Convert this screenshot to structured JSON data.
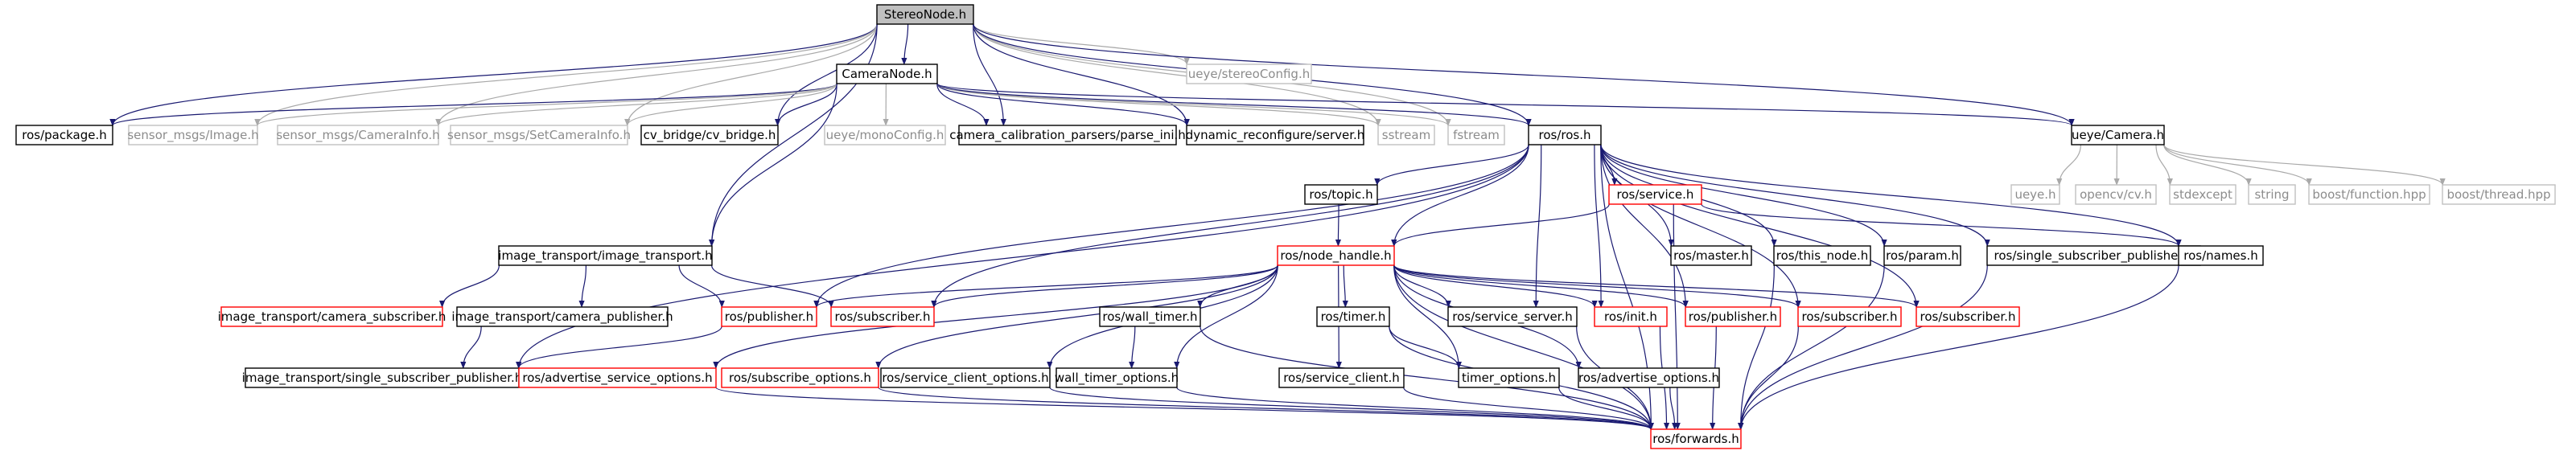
{
  "colors": {
    "local_border": "#000000",
    "system_border": "#c0c0c0",
    "truncated_border": "#ff0000",
    "root_fill": "#bfbfbf",
    "edge_main": "#191970",
    "edge_system": "#a9a9a9",
    "text_main": "#000000",
    "text_system": "#8c8c8c"
  },
  "nodes": [
    {
      "id": "stereonode",
      "label": "StereoNode.h",
      "kind": "root"
    },
    {
      "id": "cameranode",
      "label": "CameraNode.h",
      "kind": "local"
    },
    {
      "id": "ueye_stereoconfig",
      "label": "ueye/stereoConfig.h",
      "kind": "system"
    },
    {
      "id": "ros_package",
      "label": "ros/package.h",
      "kind": "local"
    },
    {
      "id": "sensor_image",
      "label": "sensor_msgs/Image.h",
      "kind": "system"
    },
    {
      "id": "sensor_camerainfo",
      "label": "sensor_msgs/CameraInfo.h",
      "kind": "system"
    },
    {
      "id": "sensor_setcamerainfo",
      "label": "sensor_msgs/SetCameraInfo.h",
      "kind": "system"
    },
    {
      "id": "cv_bridge",
      "label": "cv_bridge/cv_bridge.h",
      "kind": "local"
    },
    {
      "id": "ueye_monoconfig",
      "label": "ueye/monoConfig.h",
      "kind": "system"
    },
    {
      "id": "parse_ini",
      "label": "camera_calibration_parsers/parse_ini.h",
      "kind": "local"
    },
    {
      "id": "dyn_server",
      "label": "dynamic_reconfigure/server.h",
      "kind": "local"
    },
    {
      "id": "sstream",
      "label": "sstream",
      "kind": "system"
    },
    {
      "id": "fstream",
      "label": "fstream",
      "kind": "system"
    },
    {
      "id": "ros_ros",
      "label": "ros/ros.h",
      "kind": "local"
    },
    {
      "id": "ueye_camera",
      "label": "ueye/Camera.h",
      "kind": "local"
    },
    {
      "id": "ueye_h",
      "label": "ueye.h",
      "kind": "system"
    },
    {
      "id": "opencv",
      "label": "opencv/cv.h",
      "kind": "system"
    },
    {
      "id": "stdexcept",
      "label": "stdexcept",
      "kind": "system"
    },
    {
      "id": "string",
      "label": "string",
      "kind": "system"
    },
    {
      "id": "boost_function",
      "label": "boost/function.hpp",
      "kind": "system"
    },
    {
      "id": "boost_thread",
      "label": "boost/thread.hpp",
      "kind": "system"
    },
    {
      "id": "image_transport",
      "label": "image_transport/image_transport.h",
      "kind": "local"
    },
    {
      "id": "ros_topic",
      "label": "ros/topic.h",
      "kind": "local"
    },
    {
      "id": "ros_service",
      "label": "ros/service.h",
      "kind": "truncated"
    },
    {
      "id": "ros_master",
      "label": "ros/master.h",
      "kind": "local"
    },
    {
      "id": "ros_this_node",
      "label": "ros/this_node.h",
      "kind": "local"
    },
    {
      "id": "ros_param",
      "label": "ros/param.h",
      "kind": "local"
    },
    {
      "id": "ros_single_sub_pub",
      "label": "ros/single_subscriber_publisher.h",
      "kind": "local"
    },
    {
      "id": "ros_names",
      "label": "ros/names.h",
      "kind": "local"
    },
    {
      "id": "ros_node_handle",
      "label": "ros/node_handle.h",
      "kind": "truncated"
    },
    {
      "id": "it_camera_subscriber",
      "label": "image_transport/camera_subscriber.h",
      "kind": "truncated"
    },
    {
      "id": "it_camera_publisher",
      "label": "image_transport/camera_publisher.h",
      "kind": "local"
    },
    {
      "id": "ros_publisher_a",
      "label": "ros/publisher.h",
      "kind": "truncated"
    },
    {
      "id": "ros_subscriber_a",
      "label": "ros/subscriber.h",
      "kind": "truncated"
    },
    {
      "id": "it_single_sub_pub",
      "label": "image_transport/single_subscriber_publisher.h",
      "kind": "local"
    },
    {
      "id": "ros_wall_timer",
      "label": "ros/wall_timer.h",
      "kind": "local"
    },
    {
      "id": "ros_timer",
      "label": "ros/timer.h",
      "kind": "local"
    },
    {
      "id": "ros_service_server",
      "label": "ros/service_server.h",
      "kind": "local"
    },
    {
      "id": "ros_init",
      "label": "ros/init.h",
      "kind": "truncated"
    },
    {
      "id": "ros_publisher_b",
      "label": "ros/publisher.h",
      "kind": "truncated"
    },
    {
      "id": "ros_subscriber_b",
      "label": "ros/subscriber.h",
      "kind": "truncated"
    },
    {
      "id": "ros_subscriber_c",
      "label": "ros/subscriber.h",
      "kind": "truncated"
    },
    {
      "id": "ros_adv_service_opts",
      "label": "ros/advertise_service_options.h",
      "kind": "truncated"
    },
    {
      "id": "ros_subscribe_opts",
      "label": "ros/subscribe_options.h",
      "kind": "truncated"
    },
    {
      "id": "ros_service_client_opts",
      "label": "ros/service_client_options.h",
      "kind": "local"
    },
    {
      "id": "wall_timer_opts",
      "label": "wall_timer_options.h",
      "kind": "local"
    },
    {
      "id": "ros_service_client",
      "label": "ros/service_client.h",
      "kind": "local"
    },
    {
      "id": "timer_opts",
      "label": "timer_options.h",
      "kind": "local"
    },
    {
      "id": "ros_advertise_opts",
      "label": "ros/advertise_options.h",
      "kind": "local"
    },
    {
      "id": "ros_forwards",
      "label": "ros/forwards.h",
      "kind": "truncated"
    }
  ],
  "edges": [
    [
      "stereonode",
      "cameranode"
    ],
    [
      "stereonode",
      "ueye_stereoconfig"
    ],
    [
      "stereonode",
      "ros_package"
    ],
    [
      "stereonode",
      "sensor_image"
    ],
    [
      "stereonode",
      "sensor_camerainfo"
    ],
    [
      "stereonode",
      "sensor_setcamerainfo"
    ],
    [
      "stereonode",
      "cv_bridge"
    ],
    [
      "stereonode",
      "parse_ini"
    ],
    [
      "stereonode",
      "dyn_server"
    ],
    [
      "stereonode",
      "sstream"
    ],
    [
      "stereonode",
      "fstream"
    ],
    [
      "stereonode",
      "ros_ros"
    ],
    [
      "stereonode",
      "ueye_camera"
    ],
    [
      "stereonode",
      "image_transport"
    ],
    [
      "cameranode",
      "ros_package"
    ],
    [
      "cameranode",
      "sensor_image"
    ],
    [
      "cameranode",
      "sensor_camerainfo"
    ],
    [
      "cameranode",
      "sensor_setcamerainfo"
    ],
    [
      "cameranode",
      "cv_bridge"
    ],
    [
      "cameranode",
      "ueye_monoconfig"
    ],
    [
      "cameranode",
      "parse_ini"
    ],
    [
      "cameranode",
      "dyn_server"
    ],
    [
      "cameranode",
      "sstream"
    ],
    [
      "cameranode",
      "fstream"
    ],
    [
      "cameranode",
      "ros_ros"
    ],
    [
      "cameranode",
      "ueye_camera"
    ],
    [
      "cameranode",
      "image_transport"
    ],
    [
      "ueye_camera",
      "ueye_h"
    ],
    [
      "ueye_camera",
      "opencv"
    ],
    [
      "ueye_camera",
      "stdexcept"
    ],
    [
      "ueye_camera",
      "string"
    ],
    [
      "ueye_camera",
      "boost_function"
    ],
    [
      "ueye_camera",
      "boost_thread"
    ],
    [
      "ros_ros",
      "ros_topic"
    ],
    [
      "ros_ros",
      "ros_service"
    ],
    [
      "ros_ros",
      "ros_master"
    ],
    [
      "ros_ros",
      "ros_this_node"
    ],
    [
      "ros_ros",
      "ros_param"
    ],
    [
      "ros_ros",
      "ros_single_sub_pub"
    ],
    [
      "ros_ros",
      "ros_names"
    ],
    [
      "ros_ros",
      "ros_node_handle"
    ],
    [
      "ros_ros",
      "ros_publisher_a"
    ],
    [
      "ros_ros",
      "ros_subscriber_a"
    ],
    [
      "ros_ros",
      "it_single_sub_pub"
    ],
    [
      "ros_ros",
      "ros_service_server"
    ],
    [
      "ros_ros",
      "ros_init"
    ],
    [
      "ros_ros",
      "ros_publisher_b"
    ],
    [
      "ros_ros",
      "ros_subscriber_b"
    ],
    [
      "ros_ros",
      "ros_subscriber_c"
    ],
    [
      "ros_ros",
      "ros_forwards"
    ],
    [
      "ros_topic",
      "ros_node_handle"
    ],
    [
      "ros_service",
      "ros_node_handle"
    ],
    [
      "ros_service",
      "ros_names"
    ],
    [
      "ros_service",
      "ros_forwards"
    ],
    [
      "image_transport",
      "it_camera_subscriber"
    ],
    [
      "image_transport",
      "it_camera_publisher"
    ],
    [
      "image_transport",
      "ros_publisher_a"
    ],
    [
      "image_transport",
      "ros_subscriber_a"
    ],
    [
      "it_camera_publisher",
      "it_single_sub_pub"
    ],
    [
      "ros_publisher_a",
      "it_single_sub_pub"
    ],
    [
      "ros_node_handle",
      "ros_publisher_a"
    ],
    [
      "ros_node_handle",
      "ros_subscriber_a"
    ],
    [
      "ros_node_handle",
      "ros_wall_timer"
    ],
    [
      "ros_node_handle",
      "ros_timer"
    ],
    [
      "ros_node_handle",
      "ros_service_server"
    ],
    [
      "ros_node_handle",
      "ros_init"
    ],
    [
      "ros_node_handle",
      "ros_publisher_b"
    ],
    [
      "ros_node_handle",
      "ros_subscriber_b"
    ],
    [
      "ros_node_handle",
      "ros_subscriber_c"
    ],
    [
      "ros_node_handle",
      "ros_adv_service_opts"
    ],
    [
      "ros_node_handle",
      "ros_subscribe_opts"
    ],
    [
      "ros_node_handle",
      "ros_service_client_opts"
    ],
    [
      "ros_node_handle",
      "wall_timer_opts"
    ],
    [
      "ros_node_handle",
      "ros_service_client"
    ],
    [
      "ros_node_handle",
      "timer_opts"
    ],
    [
      "ros_node_handle",
      "ros_advertise_opts"
    ],
    [
      "ros_node_handle",
      "ros_forwards"
    ],
    [
      "ros_wall_timer",
      "wall_timer_opts"
    ],
    [
      "ros_wall_timer",
      "ros_forwards"
    ],
    [
      "ros_timer",
      "timer_opts"
    ],
    [
      "ros_timer",
      "ros_forwards"
    ],
    [
      "ros_service_server",
      "ros_forwards"
    ],
    [
      "ros_init",
      "ros_forwards"
    ],
    [
      "ros_publisher_b",
      "ros_forwards"
    ],
    [
      "ros_subscriber_b",
      "ros_forwards"
    ],
    [
      "ros_adv_service_opts",
      "ros_forwards"
    ],
    [
      "ros_subscribe_opts",
      "ros_forwards"
    ],
    [
      "ros_service_client_opts",
      "ros_forwards"
    ],
    [
      "wall_timer_opts",
      "ros_forwards"
    ],
    [
      "ros_service_client",
      "ros_forwards"
    ],
    [
      "timer_opts",
      "ros_forwards"
    ],
    [
      "ros_advertise_opts",
      "ros_forwards"
    ],
    [
      "ros_this_node",
      "ros_forwards"
    ],
    [
      "ros_param",
      "ros_forwards"
    ],
    [
      "ros_single_sub_pub",
      "ros_forwards"
    ],
    [
      "ros_names",
      "ros_forwards"
    ]
  ]
}
